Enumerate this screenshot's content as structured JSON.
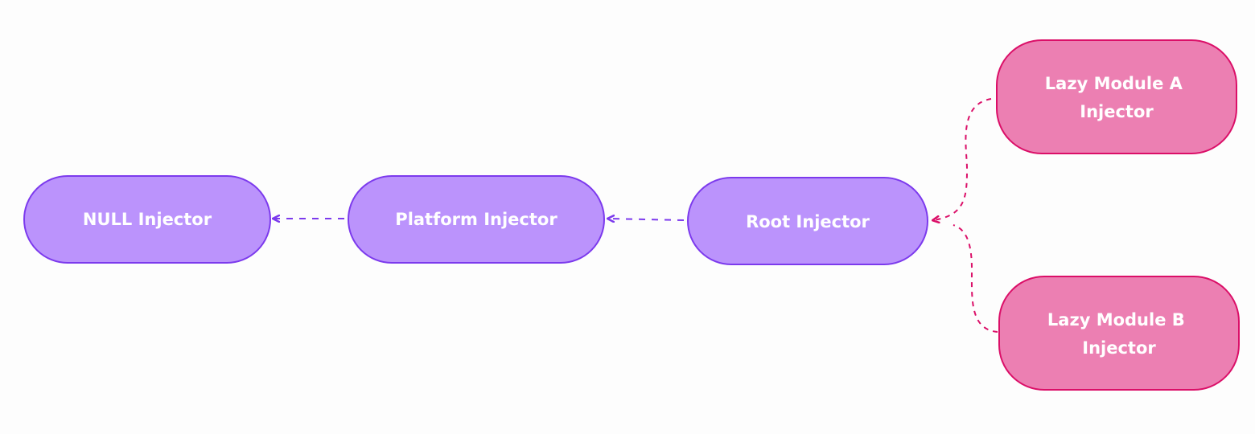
{
  "nodes": {
    "null_injector": {
      "lines": [
        "NULL Injector"
      ]
    },
    "platform_injector": {
      "lines": [
        "Platform Injector"
      ]
    },
    "root_injector": {
      "lines": [
        "Root Injector"
      ]
    },
    "lazy_module_a": {
      "lines": [
        "Lazy Module A",
        "Injector"
      ]
    },
    "lazy_module_b": {
      "lines": [
        "Lazy Module B",
        "Injector"
      ]
    }
  },
  "colors": {
    "core_fill": "#bb93fc",
    "core_stroke": "#7c3aed",
    "lazy_fill": "#ec7fb2",
    "lazy_stroke": "#db0f68",
    "core_edge": "#7c3aed",
    "lazy_edge": "#db0f68",
    "label_text": "#ffffff",
    "background": "#fdfdfd"
  },
  "edges": [
    {
      "from": "platform_injector",
      "to": "null_injector",
      "style": "dashed"
    },
    {
      "from": "root_injector",
      "to": "platform_injector",
      "style": "dashed"
    },
    {
      "from": "lazy_module_a",
      "to": "root_injector",
      "style": "dashed"
    },
    {
      "from": "lazy_module_b",
      "to": "root_injector",
      "style": "dashed"
    }
  ]
}
